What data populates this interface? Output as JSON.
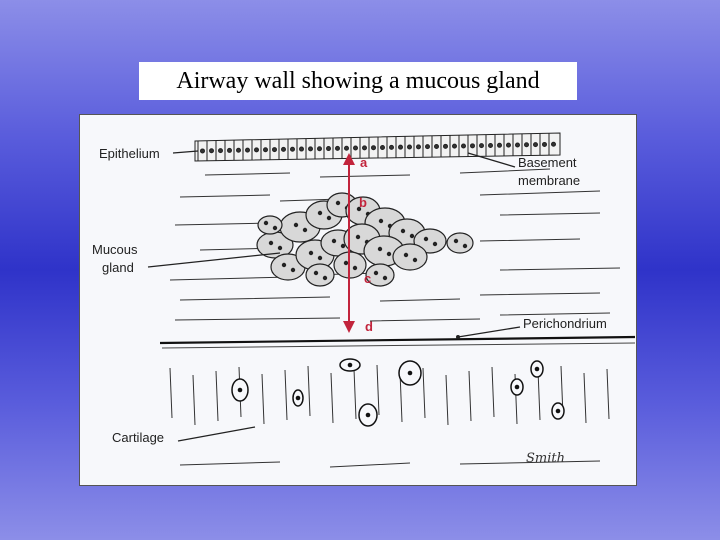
{
  "slide": {
    "title": "Airway wall showing a mucous gland"
  },
  "diagram": {
    "labels": {
      "epithelium": "Epithelium",
      "basement_membrane_line1": "Basement",
      "basement_membrane_line2": "membrane",
      "mucous_gland_line1": "Mucous",
      "mucous_gland_line2": "gland",
      "perichondrium": "Perichondrium",
      "cartilage": "Cartilage"
    },
    "depth_markers": [
      "a",
      "b",
      "c",
      "d"
    ],
    "signature": "Smith",
    "colors": {
      "arrow": "#c2243c",
      "ink": "#222222"
    }
  }
}
